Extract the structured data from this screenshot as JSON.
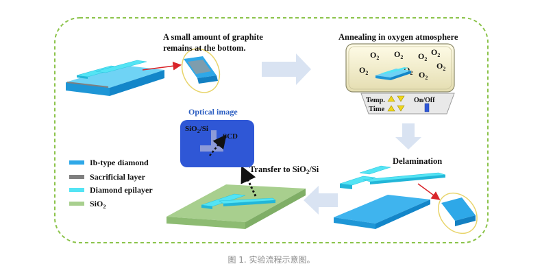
{
  "annotations": {
    "graphite_line1": "A small amount of graphite",
    "graphite_line2": "remains at the bottom.",
    "annealing_title": "Annealing in oxygen atmosphere",
    "o2_base": "O",
    "o2_sub": "2",
    "temp_label": "Temp.",
    "time_label": "Time",
    "onoff_label": "On/Off",
    "delamination": "Delamination",
    "optical_title": "Optical image",
    "sio2si_base": "SiO",
    "sio2si_sub": "2",
    "sio2si_tail": "/Si",
    "scd": "SCD",
    "transfer_base": "Transfer to SiO",
    "transfer_sub": "2",
    "transfer_tail": "/Si"
  },
  "legend": {
    "items": [
      {
        "label": "Ib-type diamond",
        "color": "#2EA8E8"
      },
      {
        "label": "Sacrificial layer",
        "color": "#7F7F7F"
      },
      {
        "label": "Diamond epilayer",
        "color": "#54E4F4"
      },
      {
        "label_base": "SiO",
        "label_sub": "2",
        "color": "#A8CF8E"
      }
    ]
  },
  "caption": "图 1. 实验流程示意图。",
  "colors": {
    "frame": "#8BC34A",
    "ib_diamond": "#2EA8E8",
    "epilayer": "#54E4F4",
    "sio2": "#A8CF8E",
    "arrow": "#D9E3F2",
    "red_arrow": "#D9252A",
    "oval": "#E8D46A",
    "optical_bg": "#2F57D6",
    "furnace": "#F6F2D2"
  }
}
